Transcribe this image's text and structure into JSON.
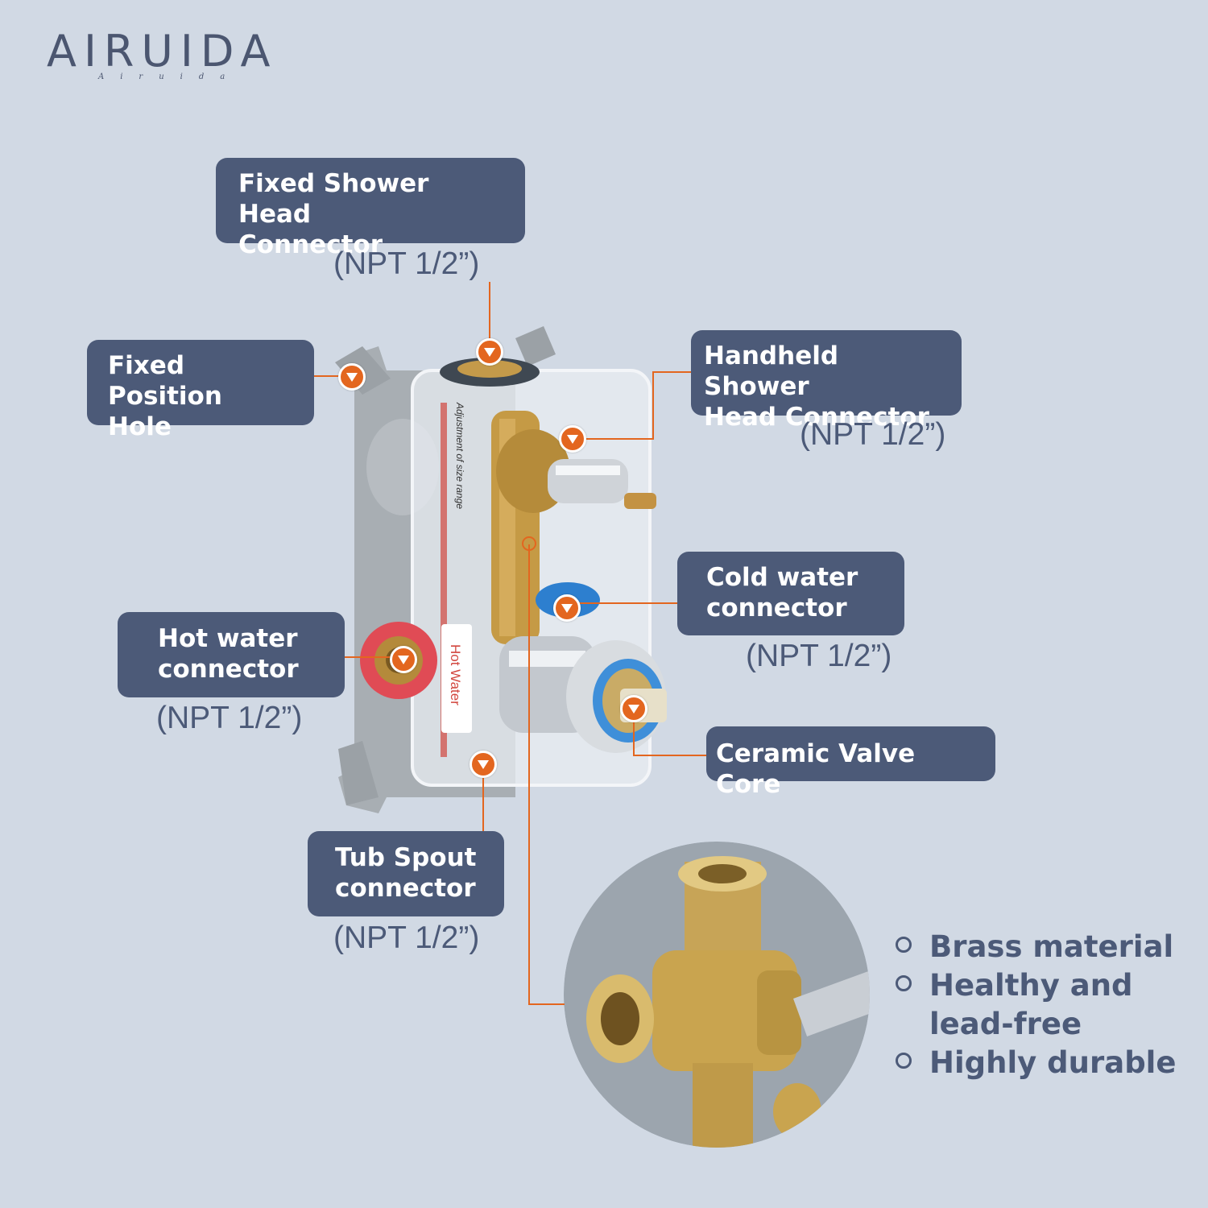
{
  "brand": {
    "name": "AIRUIDA",
    "tagline": "Airuida"
  },
  "labels": {
    "fixed_shower_head": "Fixed Shower Head\nConnector",
    "fixed_position_hole": "Fixed Position\nHole",
    "handheld_shower_head": "Handheld Shower\nHead Connector",
    "cold_water": "Cold water\nconnector",
    "hot_water": "Hot water\nconnector",
    "ceramic_valve_core": "Ceramic Valve Core",
    "tub_spout": "Tub Spout\nconnector"
  },
  "specs": {
    "fixed_shower_head": "(NPT 1/2”)",
    "handheld_shower_head": "(NPT 1/2”)",
    "cold_water": "(NPT 1/2”)",
    "hot_water": "(NPT 1/2”)",
    "tub_spout": "(NPT 1/2”)"
  },
  "product_markings": {
    "hot_water": "Hot Water",
    "adjustment": "Adjustment of size range"
  },
  "features": [
    "Brass material",
    "Healthy and lead-free",
    "Highly durable"
  ],
  "colors": {
    "background": "#d1d9e4",
    "label_fill": "#4c5a78",
    "accent_orange": "#e3661f",
    "brass": "#c9a24e"
  }
}
